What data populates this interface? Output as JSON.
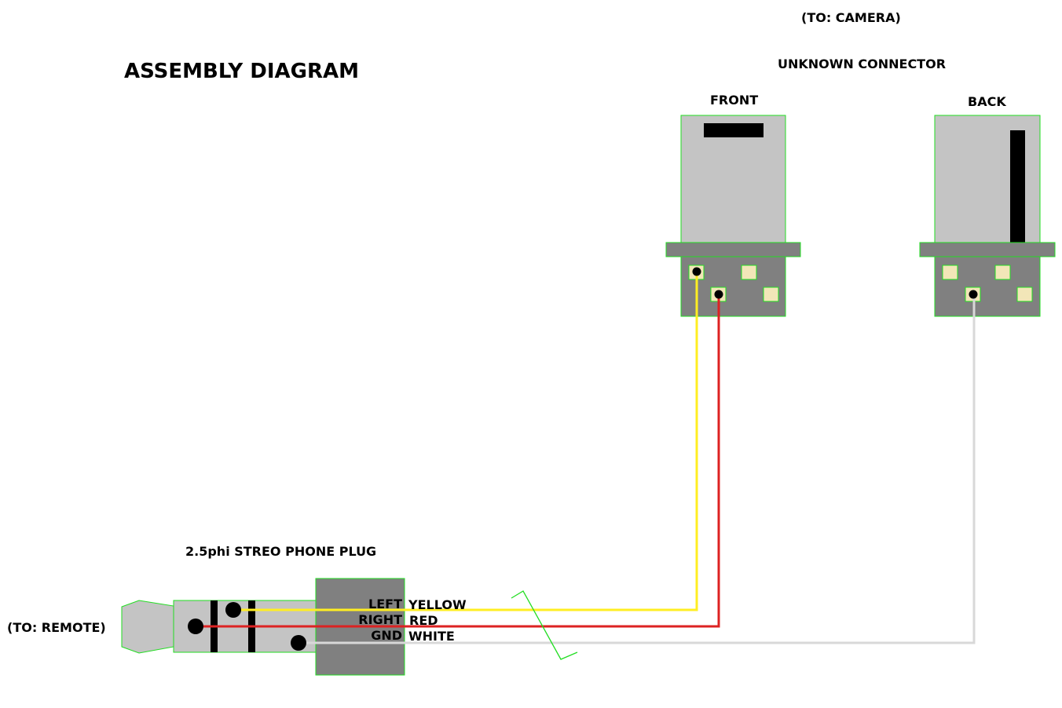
{
  "title": "ASSEMBLY DIAGRAM",
  "camera_side": {
    "destination": "(TO: CAMERA)",
    "connector_name": "UNKNOWN CONNECTOR",
    "front_label": "FRONT",
    "back_label": "BACK"
  },
  "remote_side": {
    "destination": "(TO: REMOTE)",
    "plug_name": "2.5phi STREO PHONE PLUG"
  },
  "wires": [
    {
      "signal": "LEFT",
      "color_name": "YELLOW",
      "color": "#ffee22"
    },
    {
      "signal": "RIGHT",
      "color_name": "RED",
      "color": "#dd2222"
    },
    {
      "signal": "GND",
      "color_name": "WHITE",
      "color": "#d8d8d8"
    }
  ],
  "colors": {
    "outline": "#22dd22",
    "connector_light": "#c4c4c4",
    "connector_dark": "#808080",
    "pad": "#f2e6b8",
    "dot": "#000000"
  }
}
